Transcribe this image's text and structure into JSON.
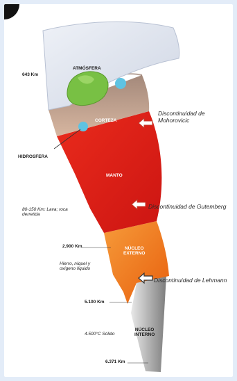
{
  "layers": {
    "atmosphere": "ATMÓSFERA",
    "crust": "CORTEZA",
    "hydrosphere": "HIDROSFERA",
    "mantle": "MANTO",
    "outer_core": [
      "NÚCLEO",
      "EXTERNO"
    ],
    "inner_core": [
      "NÚCLEO",
      "INTERNO"
    ]
  },
  "depths": {
    "atmosphere": "643 Km",
    "lava": [
      "80-150 Km: Lava; roca",
      "derretida"
    ],
    "mantle_base": "2.900 Km",
    "outer_core_base": "5.100 Km",
    "center": "6.371 Km"
  },
  "notes": {
    "outer_core_composition": [
      "Hierro, níquel y",
      "oxígeno líquido"
    ],
    "inner_core_state": "4.500°C Sólido"
  },
  "discontinuities": {
    "mohorovicic": [
      "Discontinuidad de",
      "Mohorovicic"
    ],
    "gutenberg": "Discontinuidad de Gutemberg",
    "lehmann": "Discontinuidad de Lehmann"
  },
  "colors": {
    "atmosphere": "#dfe4ef",
    "crust": "#c6a690",
    "land": "#7cc043",
    "water": "#5ec3e2",
    "mantle": "#e41f1a",
    "outer_core": "#f07a1e",
    "inner_core": "#a6a6a6",
    "arrow": "#ffffff"
  }
}
